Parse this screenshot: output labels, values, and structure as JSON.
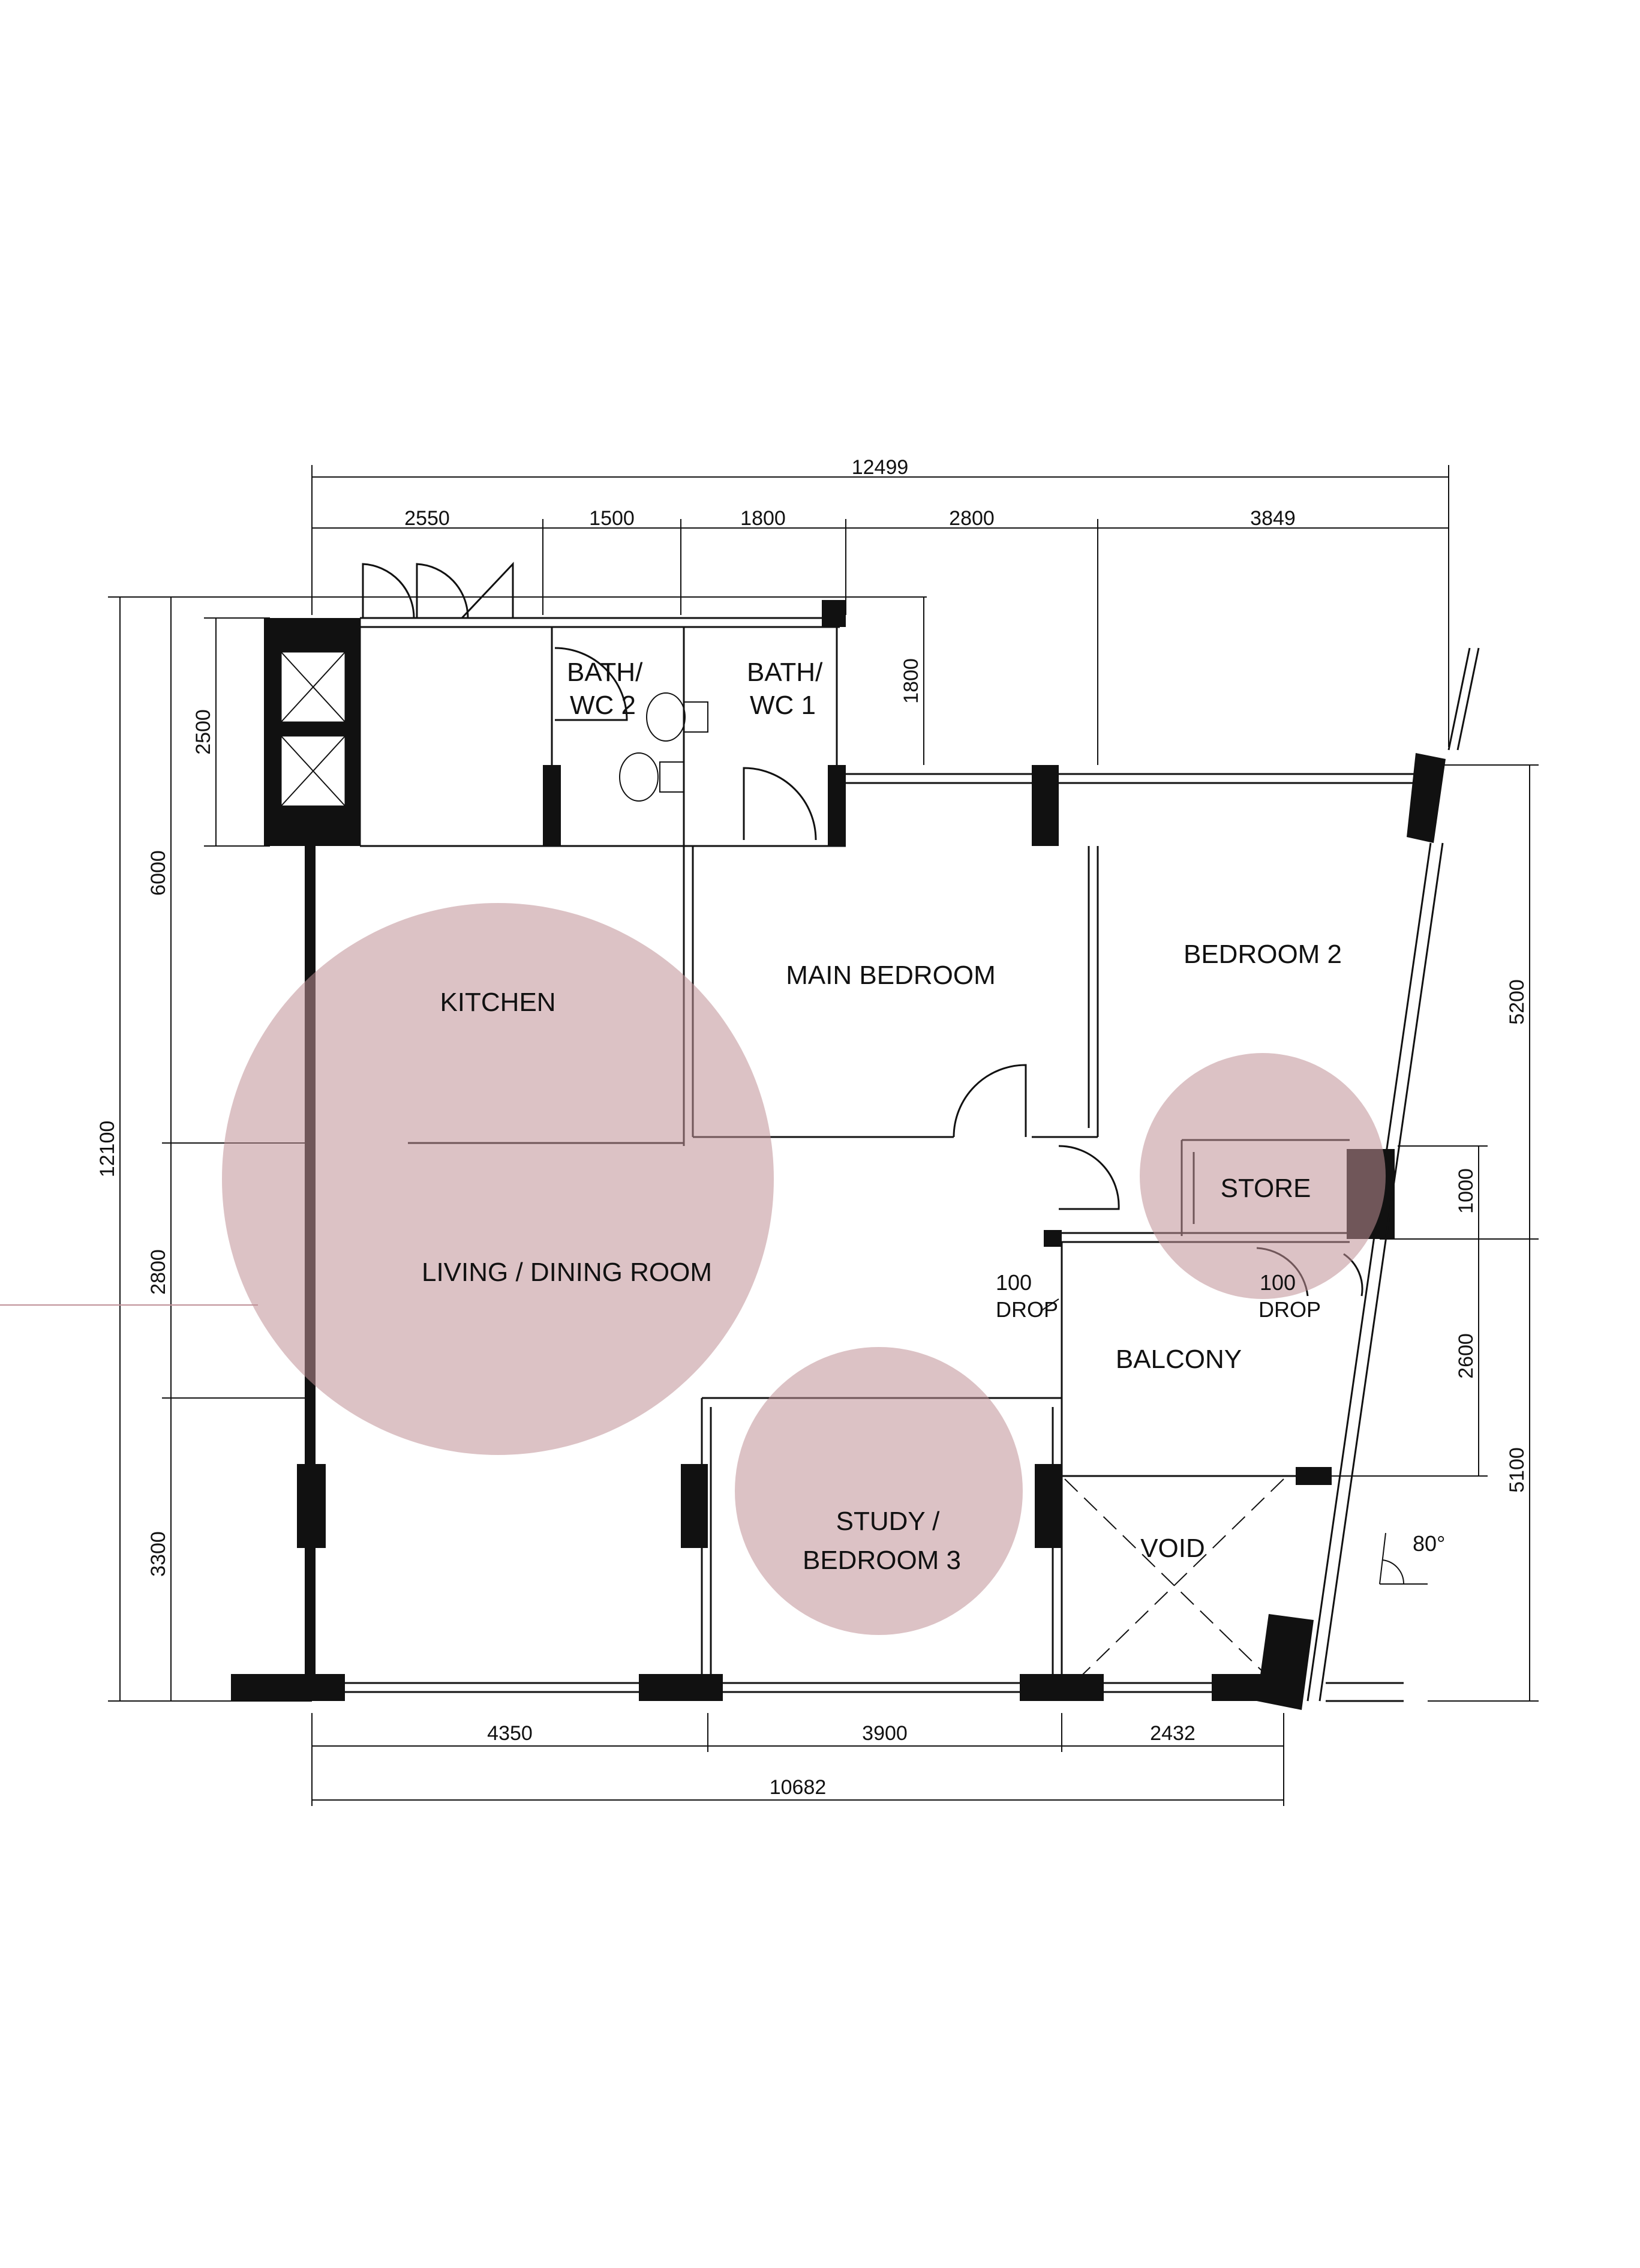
{
  "dimensions": {
    "top_total": "12499",
    "top_segments": [
      "2550",
      "1500",
      "1800",
      "2800",
      "3849"
    ],
    "bottom_segments": [
      "4350",
      "3900",
      "2432"
    ],
    "bottom_total": "10682",
    "left_outer": "12100",
    "left_segments": [
      "6000",
      "2800",
      "3300"
    ],
    "kitchen_block": "2500",
    "bath_depth": "1800",
    "right_upper": "5200",
    "right_lower": "5100",
    "store_width": "1000",
    "balcony_depth": "2600"
  },
  "rooms": {
    "bath_wc_2": [
      "BATH/",
      "WC 2"
    ],
    "bath_wc_1": [
      "BATH/",
      "WC 1"
    ],
    "kitchen": "KITCHEN",
    "main_bedroom": "MAIN BEDROOM",
    "bedroom_2": "BEDROOM 2",
    "living_dining": "LIVING / DINING ROOM",
    "store": "STORE",
    "balcony": "BALCONY",
    "study": [
      "STUDY /",
      "BEDROOM 3"
    ],
    "void": "VOID"
  },
  "annotations": {
    "drop_1": [
      "100",
      "DROP"
    ],
    "drop_2": [
      "100",
      "DROP"
    ],
    "angle": "80°"
  },
  "colors": {
    "highlight": "#bf8f96",
    "ink": "#111111"
  }
}
